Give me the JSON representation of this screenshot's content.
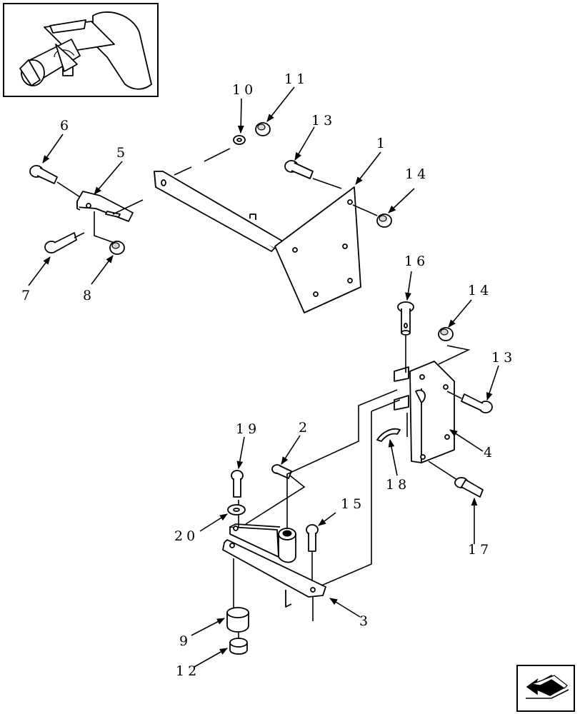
{
  "diagram": {
    "callouts": [
      {
        "id": "c1",
        "label": "1"
      },
      {
        "id": "c2",
        "label": "2"
      },
      {
        "id": "c3",
        "label": "3"
      },
      {
        "id": "c4",
        "label": "4"
      },
      {
        "id": "c5",
        "label": "5"
      },
      {
        "id": "c6",
        "label": "6"
      },
      {
        "id": "c7",
        "label": "7"
      },
      {
        "id": "c8",
        "label": "8"
      },
      {
        "id": "c9",
        "label": "9"
      },
      {
        "id": "c10",
        "label": "10"
      },
      {
        "id": "c11",
        "label": "11"
      },
      {
        "id": "c12",
        "label": "12"
      },
      {
        "id": "c13a",
        "label": "13"
      },
      {
        "id": "c13b",
        "label": "13"
      },
      {
        "id": "c14a",
        "label": "14"
      },
      {
        "id": "c14b",
        "label": "14"
      },
      {
        "id": "c15",
        "label": "15"
      },
      {
        "id": "c16",
        "label": "16"
      },
      {
        "id": "c17",
        "label": "17"
      },
      {
        "id": "c18",
        "label": "18"
      },
      {
        "id": "c19",
        "label": "19"
      },
      {
        "id": "c20",
        "label": "20"
      }
    ],
    "nav_icon": "back-arrow-icon"
  }
}
